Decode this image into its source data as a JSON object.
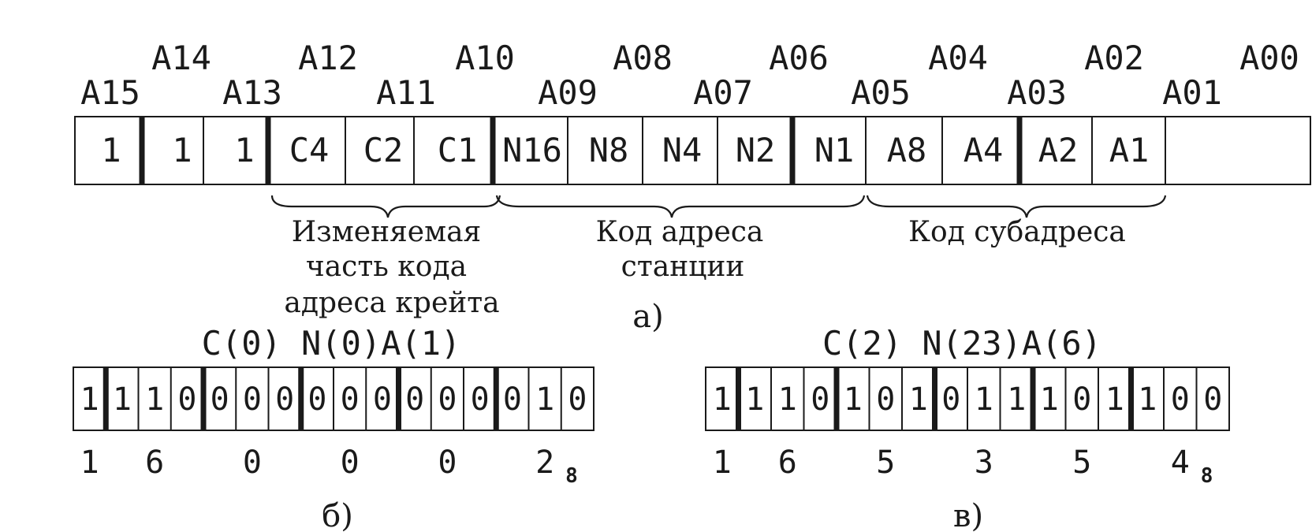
{
  "diagram_a": {
    "addr_labels_upper": [
      "A14",
      "A12",
      "A10",
      "A08",
      "A06",
      "A04",
      "A02",
      "A00"
    ],
    "addr_labels_lower": [
      "A15",
      "A13",
      "A11",
      "A09",
      "A07",
      "A05",
      "A03",
      "A01"
    ],
    "cells": [
      "1",
      "1",
      "1",
      "C4",
      "C2",
      "C1",
      "N16",
      "N8",
      "N4",
      "N2",
      "N1",
      "A8",
      "A4",
      "A2",
      "A1",
      ""
    ],
    "groups": [
      {
        "lines": [
          "Изменяемая",
          "часть кода",
          "адреса крейта"
        ]
      },
      {
        "lines": [
          "Код адреса",
          "станции"
        ]
      },
      {
        "lines": [
          "Код субадреса"
        ]
      }
    ],
    "caption": "а)"
  },
  "diagram_b": {
    "title": "C(0) N(0)A(1)",
    "bits": [
      "1",
      "1",
      "1",
      "0",
      "0",
      "0",
      "0",
      "0",
      "0",
      "0",
      "0",
      "0",
      "0",
      "0",
      "1",
      "0"
    ],
    "octal_digits": [
      "1",
      "6",
      "0",
      "0",
      "0",
      "2"
    ],
    "base_subscript": "8",
    "caption": "б)"
  },
  "diagram_c": {
    "title": "C(2) N(23)A(6)",
    "bits": [
      "1",
      "1",
      "1",
      "0",
      "1",
      "0",
      "1",
      "0",
      "1",
      "1",
      "1",
      "0",
      "1",
      "1",
      "0",
      "0"
    ],
    "octal_digits": [
      "1",
      "6",
      "5",
      "3",
      "5",
      "4"
    ],
    "base_subscript": "8",
    "caption": "в)"
  }
}
